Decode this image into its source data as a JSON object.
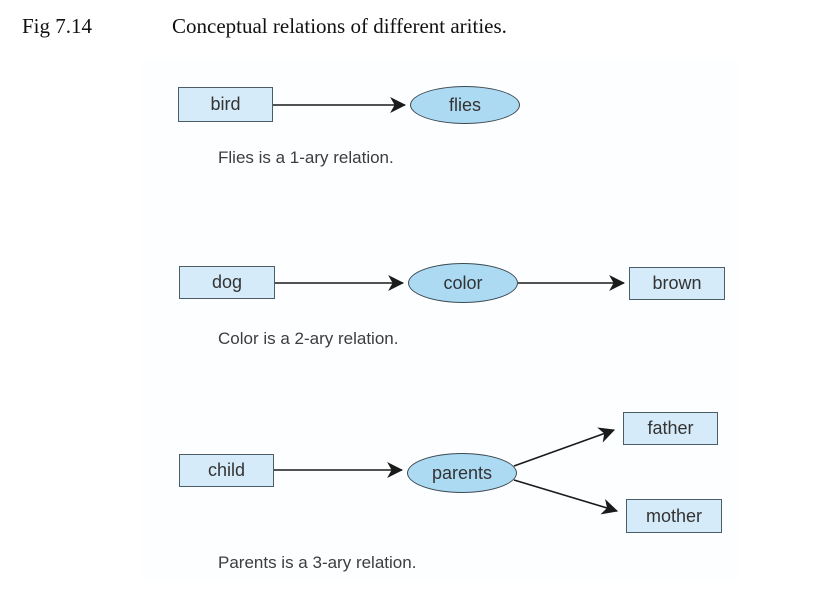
{
  "figure": {
    "label": "Fig 7.14",
    "title": "Conceptual relations of different arities."
  },
  "colors": {
    "node_fill": "#d5ebf9",
    "ellipse_fill": "#addaf3",
    "node_border": "#4d5d66",
    "ellipse_border": "#3c4a52",
    "arrow": "#1a1a1a",
    "text": "#333333"
  },
  "rows": [
    {
      "source": "bird",
      "relation": "flies",
      "targets": [],
      "caption": "Flies is a 1-ary relation."
    },
    {
      "source": "dog",
      "relation": "color",
      "targets": [
        "brown"
      ],
      "caption": "Color is a 2-ary relation."
    },
    {
      "source": "child",
      "relation": "parents",
      "targets": [
        "father",
        "mother"
      ],
      "caption": "Parents is a 3-ary relation."
    }
  ]
}
